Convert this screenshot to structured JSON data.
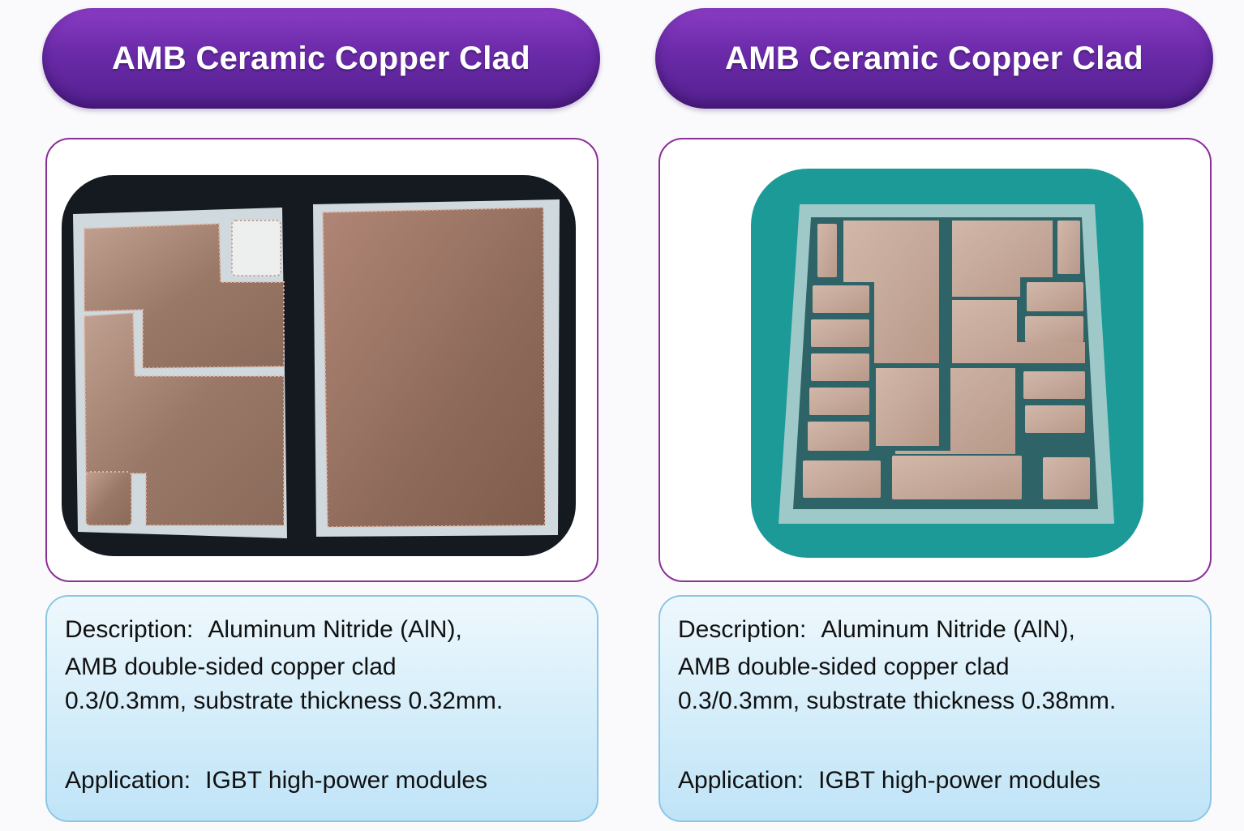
{
  "panels": [
    {
      "title": "AMB Ceramic Copper Clad",
      "description_label": "Description:",
      "description_lines": [
        "Aluminum Nitride (AlN),",
        "AMB double-sided copper clad",
        "0.3/0.3mm, substrate thickness 0.32mm."
      ],
      "application_label": "Application:",
      "application_value": "IGBT high-power modules",
      "photo": "two-copper-clad-substrates-on-black-background"
    },
    {
      "title": "AMB Ceramic Copper Clad",
      "description_label": "Description:",
      "description_lines": [
        "Aluminum Nitride (AlN),",
        "AMB double-sided copper clad",
        "0.3/0.3mm, substrate thickness 0.38mm."
      ],
      "application_label": "Application:",
      "application_value": "IGBT high-power modules",
      "photo": "patterned-copper-clad-substrate-on-teal-background"
    }
  ],
  "colors": {
    "title_purple": "#6a2aa8",
    "frame_border": "#8a2f96",
    "info_border": "#8ec6e4",
    "copper": "#a98470",
    "ceramic": "#c9d4da",
    "teal": "#1b9a98"
  }
}
